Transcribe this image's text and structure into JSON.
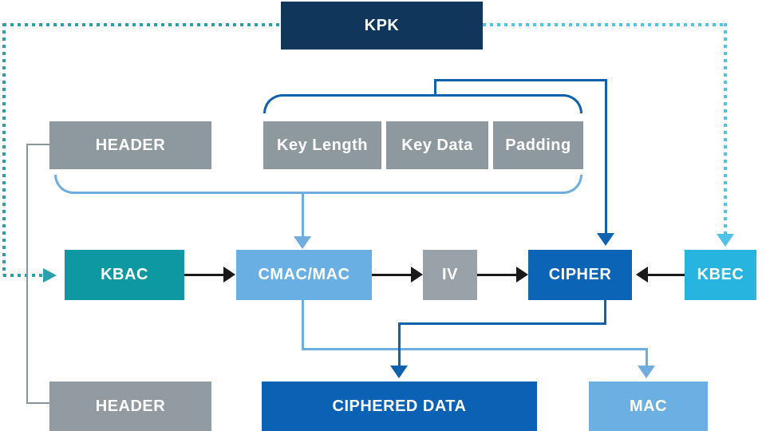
{
  "diagram": {
    "nodes": {
      "kpk": {
        "label": "KPK",
        "color": "#11365c"
      },
      "header_top": {
        "label": "HEADER",
        "color": "#8e999f"
      },
      "key_length": {
        "label": "Key Length",
        "color": "#8e999f"
      },
      "key_data": {
        "label": "Key Data",
        "color": "#8e999f"
      },
      "padding": {
        "label": "Padding",
        "color": "#8e999f"
      },
      "kbac": {
        "label": "KBAC",
        "color": "#0e98a1"
      },
      "cmac": {
        "label": "CMAC/MAC",
        "color": "#69afe4"
      },
      "iv": {
        "label": "IV",
        "color": "#98a2a8"
      },
      "cipher": {
        "label": "CIPHER",
        "color": "#0b64b5"
      },
      "kbec": {
        "label": "KBEC",
        "color": "#27b5e0"
      },
      "header_bottom": {
        "label": "HEADER",
        "color": "#919ba1"
      },
      "ciphered_data": {
        "label": "CIPHERED DATA",
        "color": "#0b61b3"
      },
      "mac": {
        "label": "MAC",
        "color": "#6cb0e3"
      }
    },
    "connector_colors": {
      "teal_dotted": "#2ba0ab",
      "cyan_dotted": "#4fc3e8",
      "dark_blue": "#0f61ad",
      "light_blue": "#6fadde",
      "gray": "#8a959b",
      "black": "#1a1a1a"
    }
  }
}
